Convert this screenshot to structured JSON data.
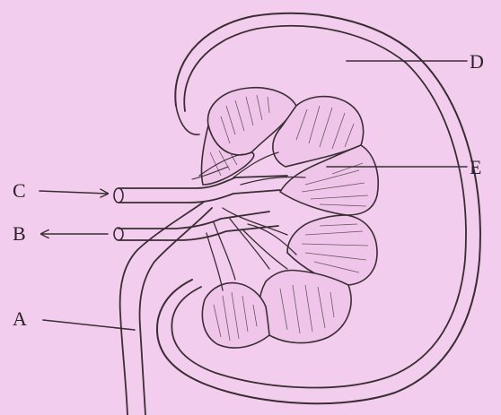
{
  "diagram": {
    "labels": {
      "A": "A",
      "B": "B",
      "C": "C",
      "D": "D",
      "E": "E"
    },
    "arrows": {
      "C": "in",
      "B": "out"
    },
    "colors": {
      "background": "#f2cdee",
      "ink": "#3a2e33"
    }
  }
}
